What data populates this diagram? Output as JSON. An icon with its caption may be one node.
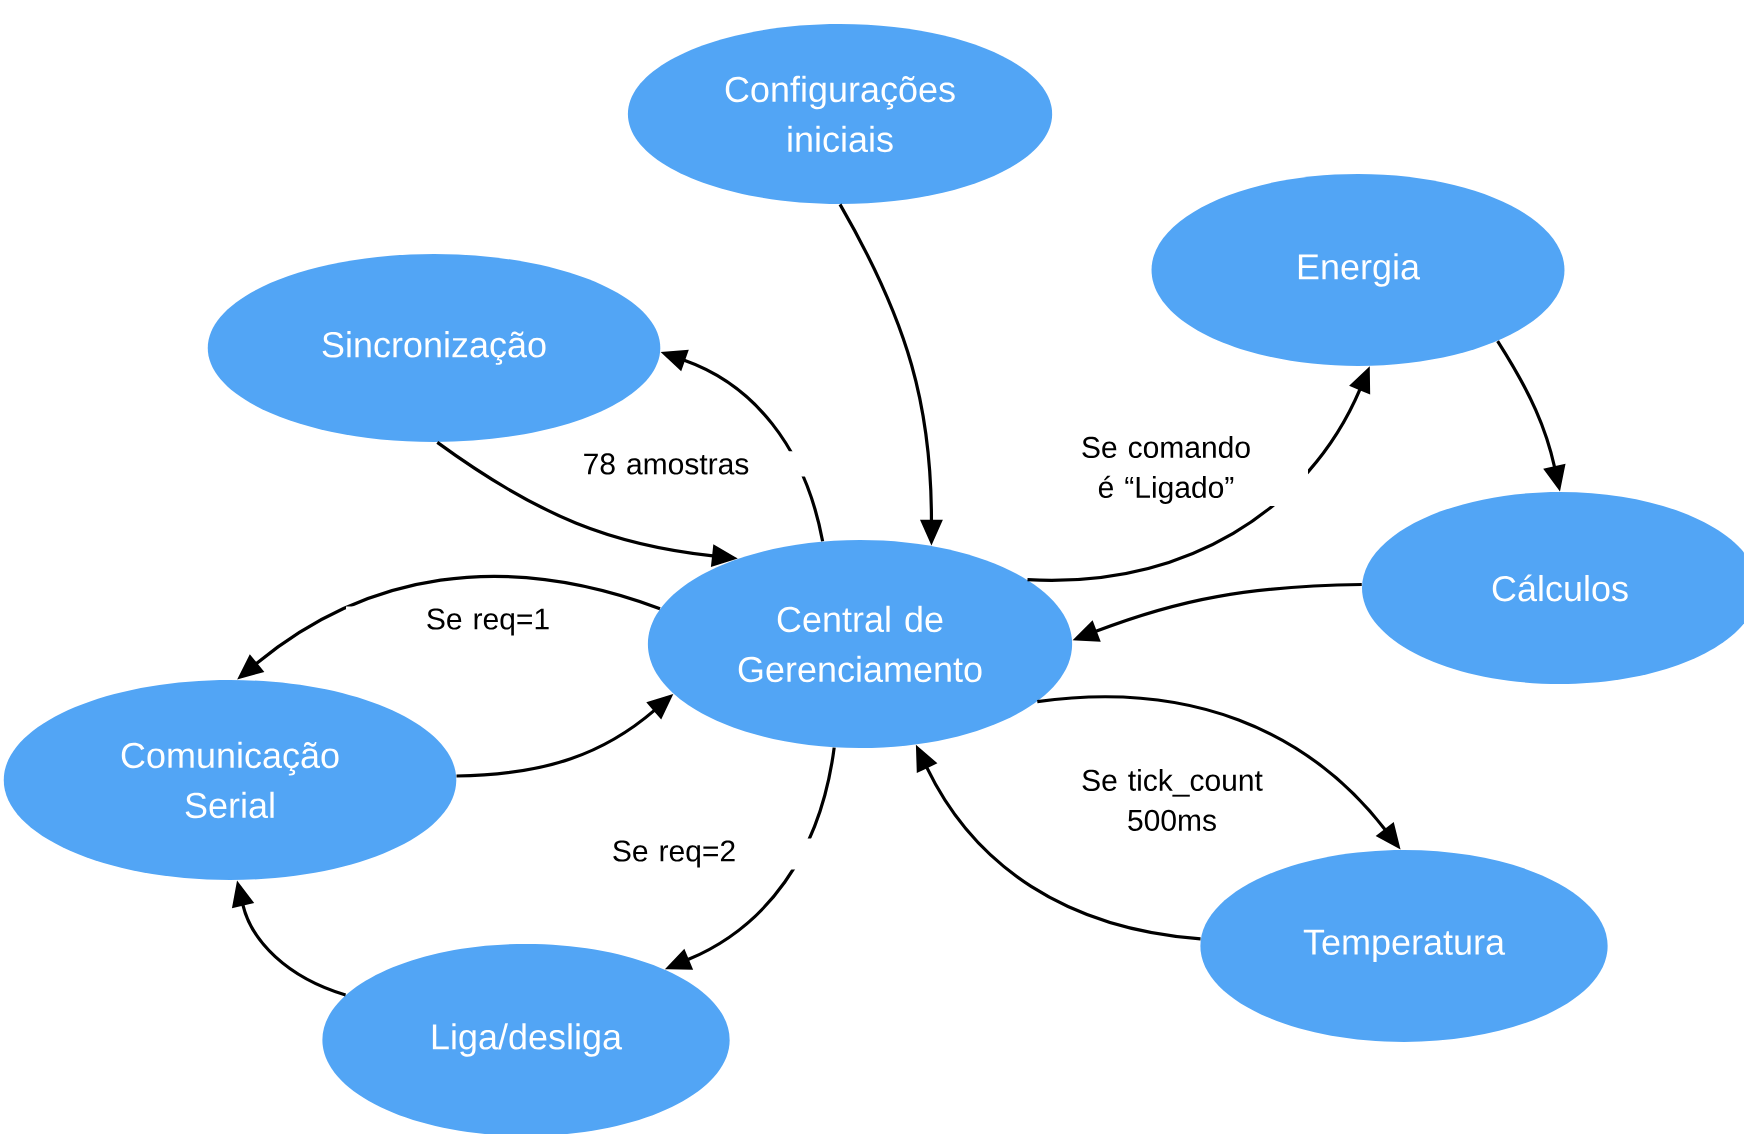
{
  "diagram": {
    "nodes": [
      {
        "text": [
          "Central de Gerenciamento"
        ]
      },
      {
        "text": [
          "Configurações iniciais"
        ]
      },
      {
        "text": [
          "Sincronização"
        ]
      },
      {
        "text": [
          "Energia"
        ]
      },
      {
        "text": [
          "Cálculos"
        ]
      },
      {
        "text": [
          "Comunicação Serial"
        ]
      },
      {
        "text": [
          "Liga/desliga"
        ]
      },
      {
        "text": [
          "Temperatura"
        ]
      }
    ],
    "edges": [
      {
        "from": 1,
        "to": 0,
        "arrow": "to"
      },
      {
        "from": 2,
        "to": 0,
        "arrow": "to",
        "label": "78 amostras"
      },
      {
        "from": 0,
        "to": 2,
        "arrow": "to"
      },
      {
        "from": 0,
        "to": 3,
        "arrow": "to",
        "label": "Se comando é “Ligado”"
      },
      {
        "from": 3,
        "to": 4,
        "arrow": "to"
      },
      {
        "from": 4,
        "to": 0,
        "arrow": "to"
      },
      {
        "from": 0,
        "to": 7,
        "arrow": "to",
        "label": "Se tick_count 500ms"
      },
      {
        "from": 7,
        "to": 0,
        "arrow": "to"
      },
      {
        "from": 0,
        "to": 5,
        "arrow": "to",
        "label": "Se req=1"
      },
      {
        "from": 5,
        "to": 0,
        "arrow": "to"
      },
      {
        "from": 0,
        "to": 6,
        "arrow": "to",
        "label": "Se req=2"
      },
      {
        "from": 6,
        "to": 5,
        "arrow": "to"
      }
    ]
  }
}
